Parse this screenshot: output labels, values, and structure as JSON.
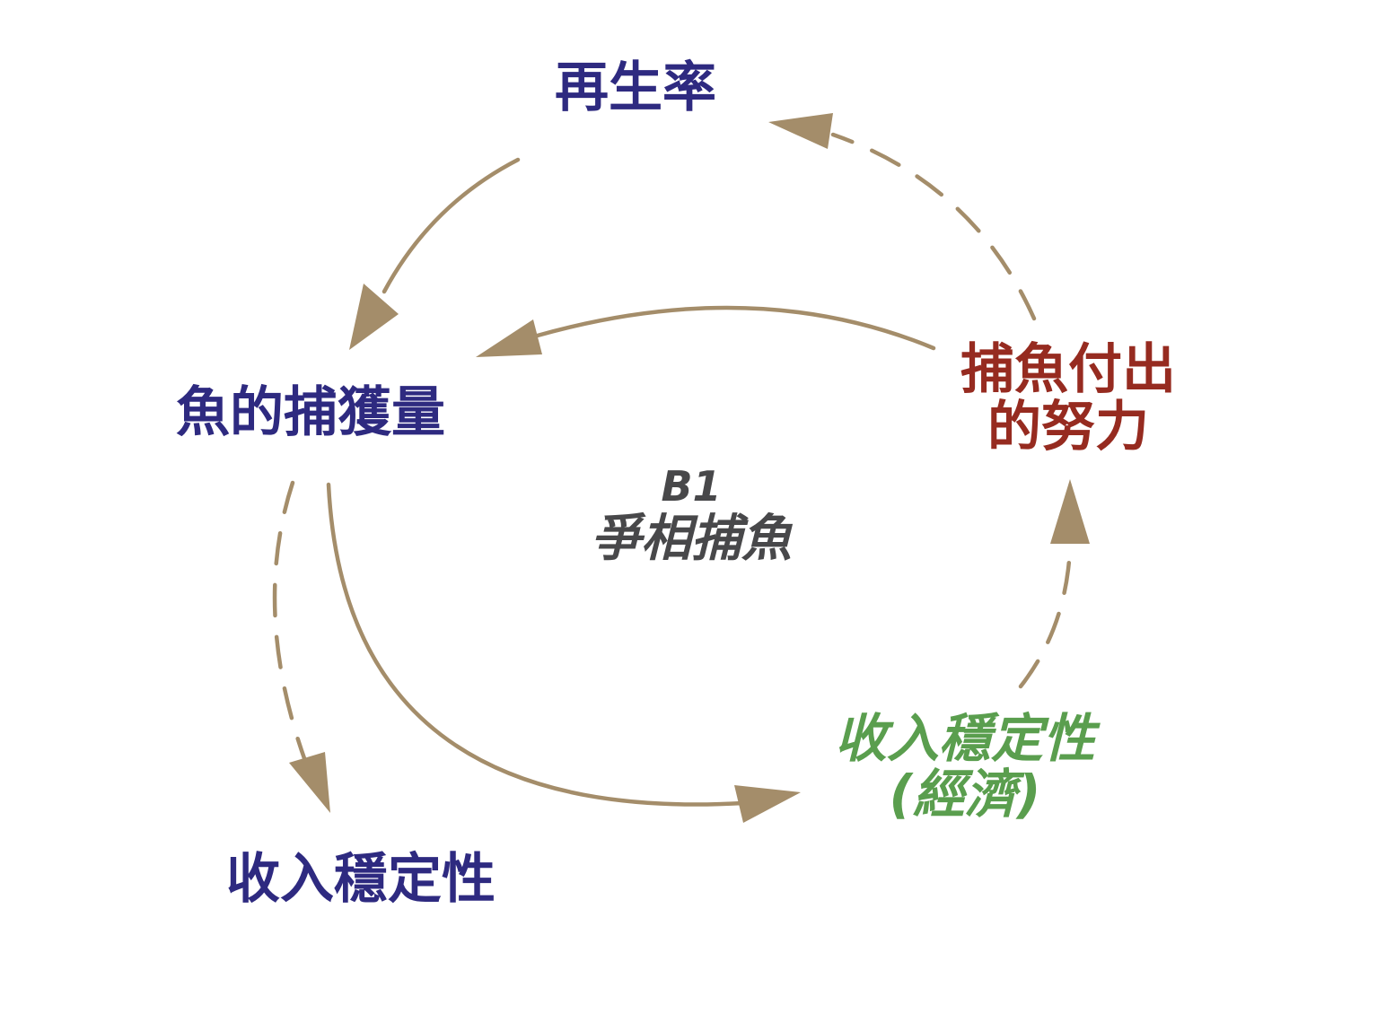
{
  "diagram": {
    "nodes": {
      "regeneration_rate": "再生率",
      "fish_catch": "魚的捕獲量",
      "income_stability": "收入穩定性",
      "fishing_effort_line1": "捕魚付出",
      "fishing_effort_line2": "的努力",
      "income_stability_econ_line1": "收入穩定性",
      "income_stability_econ_line2": "(經濟)"
    },
    "loop": {
      "id": "B1",
      "name": "爭相捕魚"
    },
    "colors": {
      "arrow": "#a48d6a",
      "node_blue": "#2e2a80",
      "node_red": "#962b20",
      "node_green": "#5a9e4e",
      "loop_label": "#48484a"
    },
    "links": [
      {
        "from": "regeneration_rate",
        "to": "fish_catch",
        "style": "solid"
      },
      {
        "from": "fishing_effort",
        "to": "fish_catch",
        "style": "solid"
      },
      {
        "from": "fishing_effort",
        "to": "regeneration_rate",
        "style": "dashed"
      },
      {
        "from": "fish_catch",
        "to": "income_stability",
        "style": "dashed"
      },
      {
        "from": "fish_catch",
        "to": "income_stability_econ",
        "style": "solid"
      },
      {
        "from": "income_stability_econ",
        "to": "fishing_effort",
        "style": "dashed"
      }
    ]
  }
}
